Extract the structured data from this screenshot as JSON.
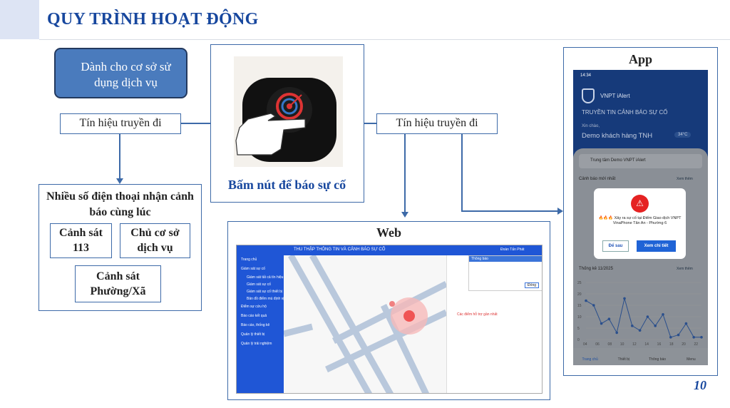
{
  "header": {
    "title": "QUY TRÌNH HOẠT ĐỘNG"
  },
  "user_box": "Dành cho cơ sở sử dụng dịch vụ",
  "signal_left": "Tín hiệu truyền đi",
  "signal_right": "Tín hiệu truyền đi",
  "recipients": {
    "title": "Nhiều số điện thoại nhận cảnh báo cùng lúc",
    "items": [
      "Cảnh sát 113",
      "Chủ cơ sở dịch vụ",
      "Cảnh sát Phường/Xã"
    ]
  },
  "device": {
    "label": "Bấm nút để báo sự cố"
  },
  "web": {
    "title": "Web",
    "app_title": "THU THẬP THÔNG TIN VÀ CẢNH BÁO SỰ CỐ",
    "user": "Đoàn Tấn Phát",
    "menu": [
      "Trang chủ",
      "Giám sát sự cố",
      "Giám sát tất cả tín hiệu",
      "Giám sát sự cố",
      "Giám sát sự cố thiết bị",
      "Bản đồ điểm mù định vị",
      "Điểm sự cứu hộ",
      "Báo cáo kết quả",
      "Báo cáo, thống kê",
      "Quản lý thiết bị",
      "Quản lý trải nghiệm"
    ],
    "popup_title": "Thông báo",
    "popup_button": "Đóng",
    "nearest": "Các điểm hỗ trợ gần nhất"
  },
  "app": {
    "title": "App",
    "time": "14:34",
    "brand": "VNPT iAlert",
    "headline": "TRUYỀN TIN CẢNH BÁO SỰ CỐ",
    "greeting": "Xin chào,",
    "customer": "Demo khách hàng TNH",
    "temp": "34°C",
    "center": "Trung tâm Demo VNPT iAlert",
    "latest": "Cảnh báo mới nhất",
    "see_more": "Xem thêm",
    "dialog_text": "🔥🔥🔥 Xảy ra sự cố tại Điểm Giao dịch VNPT VinaPhone Tân An - Phường 6",
    "later": "Để sau",
    "details": "Xem chi tiết",
    "stats": "Thống kê 11/2025",
    "nav": [
      "Trang chủ",
      "Thiết bị",
      "Thông báo",
      "Menu"
    ],
    "chart_y": [
      17,
      15,
      7,
      9,
      3,
      18,
      6,
      4,
      10,
      6,
      11,
      1,
      2,
      7,
      1,
      1
    ],
    "y_ticks": [
      "25",
      "20",
      "15",
      "10",
      "5",
      "0"
    ],
    "x_ticks": [
      "04",
      "06",
      "08",
      "10",
      "12",
      "14",
      "16",
      "18",
      "20",
      "22"
    ]
  },
  "page_number": "10"
}
